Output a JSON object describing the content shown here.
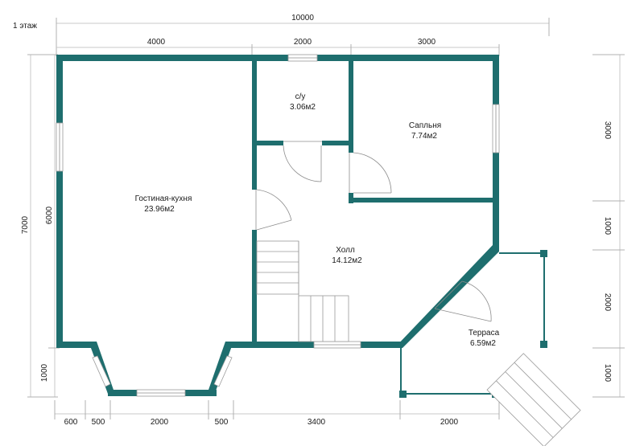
{
  "floor_label": "1 этаж",
  "dimensions": {
    "top_total": "10000",
    "top_segments": [
      "4000",
      "2000",
      "3000"
    ],
    "left_outer": "7000",
    "left_inner": "6000",
    "left_bottom": "1000",
    "right_segments": [
      "3000",
      "1000",
      "2000",
      "1000"
    ],
    "bottom_segments": [
      "600",
      "500",
      "2000",
      "500",
      "3400",
      "2000"
    ]
  },
  "rooms": [
    {
      "name": "Гостиная-кухня",
      "area": "23.96м2"
    },
    {
      "name": "с/у",
      "area": "3.06м2"
    },
    {
      "name": "Сапльня",
      "area": "7.74м2"
    },
    {
      "name": "Холл",
      "area": "14.12м2"
    },
    {
      "name": "Терраса",
      "area": "6.59м2"
    }
  ],
  "colors": {
    "wall": "#1e6e6e"
  }
}
